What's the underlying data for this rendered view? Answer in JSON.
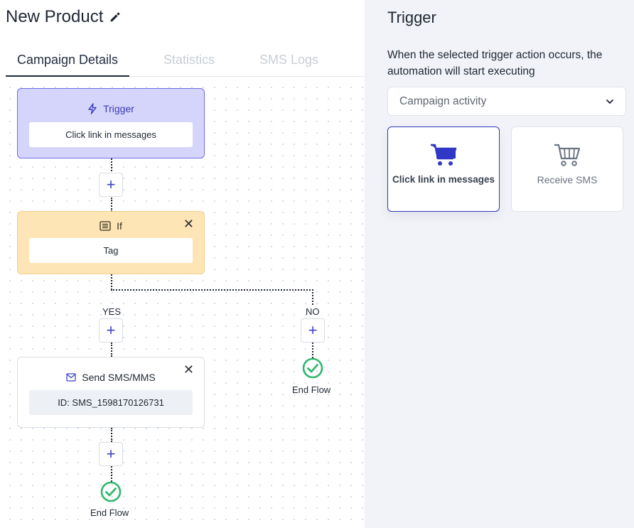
{
  "header": {
    "title": "New Product"
  },
  "tabs": [
    {
      "label": "Campaign Details",
      "active": true
    },
    {
      "label": "Statistics",
      "active": false
    },
    {
      "label": "SMS Logs",
      "active": false
    }
  ],
  "flow": {
    "trigger": {
      "title": "Trigger",
      "value": "Click link in messages"
    },
    "if_node": {
      "title": "If",
      "value": "Tag"
    },
    "branches": {
      "yes": "YES",
      "no": "NO"
    },
    "sms_node": {
      "title": "Send SMS/MMS",
      "value": "ID: SMS_1598170126731"
    },
    "end_flow_label": "End Flow",
    "plus_symbol": "+",
    "close_symbol": "✕"
  },
  "panel": {
    "title": "Trigger",
    "description": "When the selected trigger action occurs, the automation will start executing",
    "select_value": "Campaign activity",
    "options": [
      {
        "label": "Click link in messages",
        "selected": true,
        "icon": "cart-icon"
      },
      {
        "label": "Receive SMS",
        "selected": false,
        "icon": "cart-outline-icon"
      }
    ]
  },
  "colors": {
    "accent": "#3138b8",
    "trigger_bg": "#d5d5fc",
    "if_bg": "#fee5b5",
    "success": "#2fb86b"
  }
}
